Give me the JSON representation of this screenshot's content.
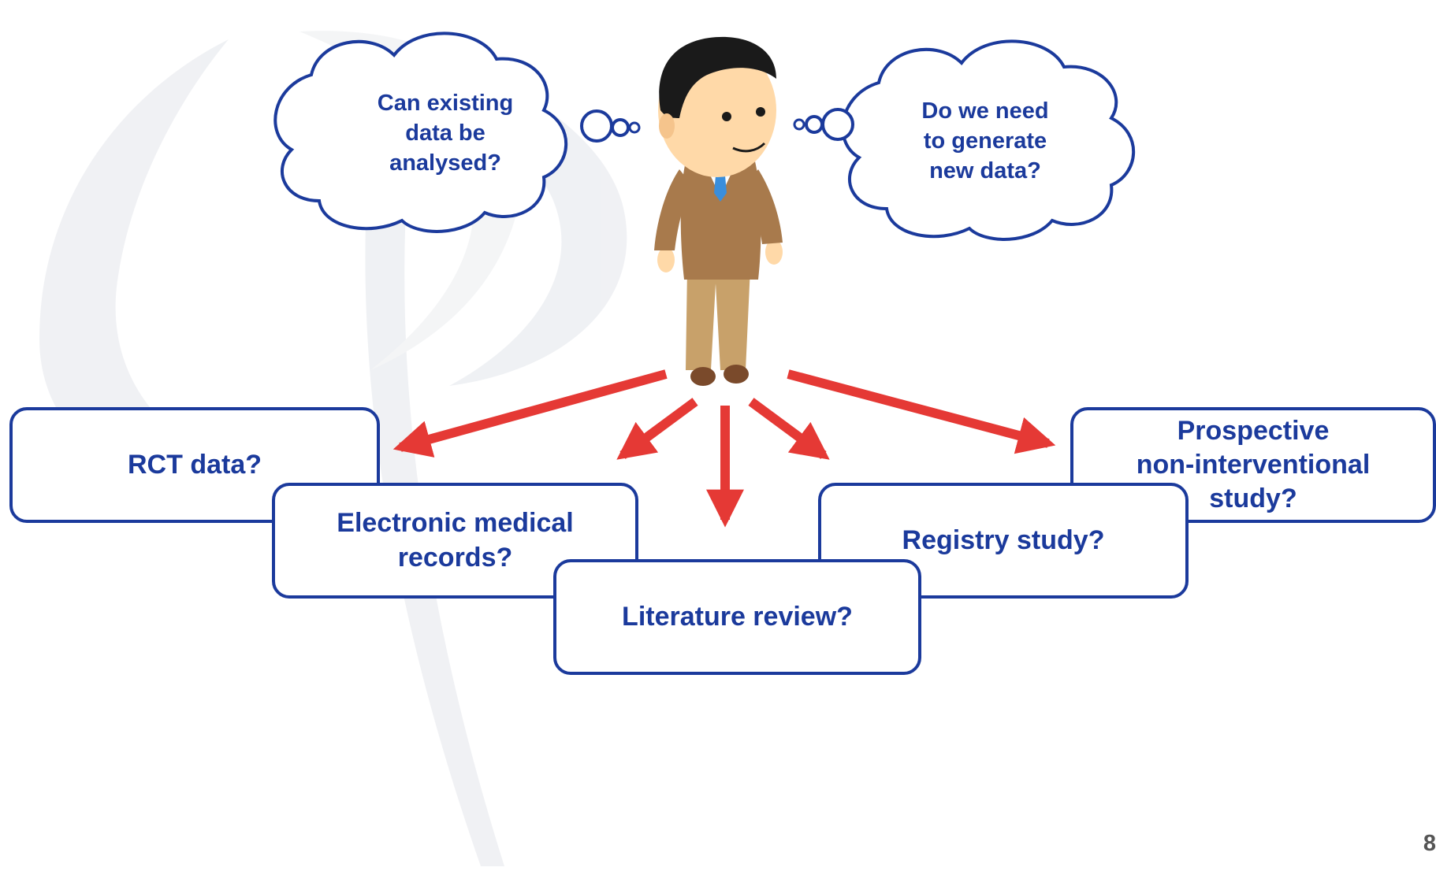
{
  "thought_bubbles": {
    "left": "Can existing\ndata be\nanalysed?",
    "right": "Do we need\nto generate\nnew data?"
  },
  "options": {
    "rct": "RCT data?",
    "emr": "Electronic medical\nrecords?",
    "literature": "Literature review?",
    "registry": "Registry study?",
    "prospective": "Prospective\nnon-interventional\nstudy?"
  },
  "page_number": "8",
  "colors": {
    "box_border": "#1b3a9c",
    "text": "#1b3a9c",
    "arrow": "#e53935",
    "watermark": "#eef0f3"
  }
}
